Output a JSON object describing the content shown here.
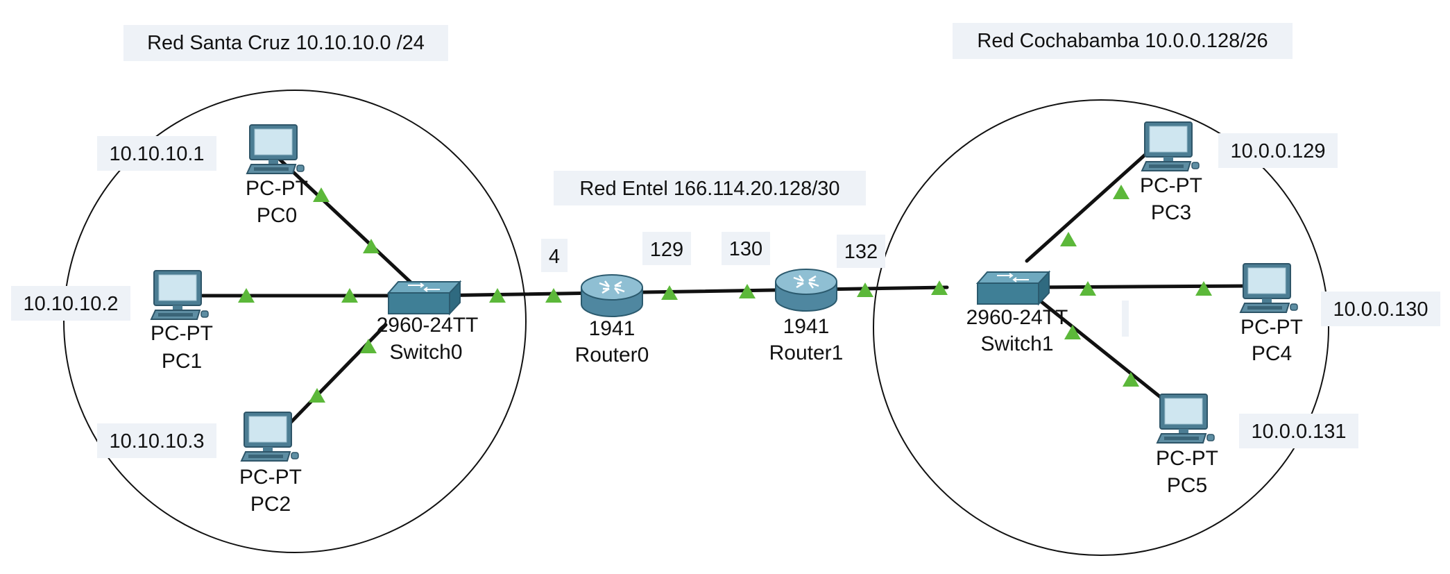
{
  "networks": {
    "santa_cruz": "Red Santa Cruz 10.10.10.0 /24",
    "cochabamba": "Red Cochabamba 10.0.0.128/26",
    "entel": "Red Entel 166.114.20.128/30"
  },
  "ips": {
    "pc0": "10.10.10.1",
    "pc1": "10.10.10.2",
    "pc2": "10.10.10.3",
    "pc3": "10.0.0.129",
    "pc4": "10.0.0.130",
    "pc5": "10.0.0.131"
  },
  "interfaces": {
    "r0_lan": "4",
    "r0_wan": "129",
    "r1_wan": "130",
    "r1_lan": "132"
  },
  "devices": {
    "pc0": {
      "model": "PC-PT",
      "name": "PC0"
    },
    "pc1": {
      "model": "PC-PT",
      "name": "PC1"
    },
    "pc2": {
      "model": "PC-PT",
      "name": "PC2"
    },
    "pc3": {
      "model": "PC-PT",
      "name": "PC3"
    },
    "pc4": {
      "model": "PC-PT",
      "name": "PC4"
    },
    "pc5": {
      "model": "PC-PT",
      "name": "PC5"
    },
    "switch0": {
      "model": "2960-24TT",
      "name": "Switch0"
    },
    "switch1": {
      "model": "2960-24TT",
      "name": "Switch1"
    },
    "router0": {
      "model": "1941",
      "name": "Router0"
    },
    "router1": {
      "model": "1941",
      "name": "Router1"
    }
  },
  "colors": {
    "link": "#111111",
    "port_indicator": "#5cb83a",
    "switch": "#3f7f96",
    "router": "#5f95ad",
    "monitor": "#4c7d93",
    "screen": "#cfe6f0"
  }
}
